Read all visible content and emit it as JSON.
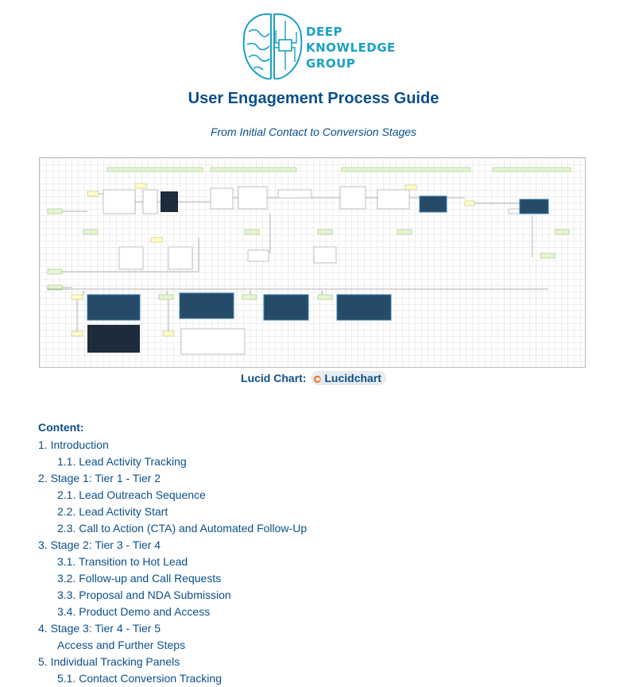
{
  "logo": {
    "text_lines": [
      "DEEP",
      "KNOWLEDGE",
      "GROUP"
    ]
  },
  "title": "User Engagement Process Guide",
  "subtitle": "From Initial Contact to Conversion Stages",
  "lucid": {
    "label": "Lucid Chart:",
    "link_text": "Lucidchart",
    "icon": "lucidchart-logo-icon"
  },
  "toc": {
    "heading": "Content:",
    "items": [
      {
        "text": "1. Introduction",
        "level": 1
      },
      {
        "text": "1.1. Lead Activity Tracking",
        "level": 2
      },
      {
        "text": "2. Stage 1: Tier 1 - Tier 2",
        "level": 1
      },
      {
        "text": "2.1. Lead Outreach Sequence",
        "level": 2
      },
      {
        "text": "2.2. Lead Activity Start",
        "level": 2
      },
      {
        "text": "2.3. Call to Action (CTA) and Automated Follow-Up",
        "level": 2
      },
      {
        "text": "3. Stage 2: Tier 3 - Tier 4",
        "level": 1
      },
      {
        "text": "3.1. Transition to Hot Lead",
        "level": 2
      },
      {
        "text": "3.2. Follow-up and Call Requests",
        "level": 2
      },
      {
        "text": "3.3. Proposal and NDA Submission",
        "level": 2
      },
      {
        "text": "3.4. Product Demo and Access",
        "level": 2
      },
      {
        "text": "4. Stage 3: Tier 4 - Tier 5",
        "level": 1
      },
      {
        "text": "Access and Further Steps",
        "level": 2
      },
      {
        "text": "5. Individual Tracking Panels",
        "level": 1
      },
      {
        "text": "5.1. Contact Conversion Tracking",
        "level": 2
      }
    ]
  },
  "colors": {
    "text": "#0b4f8a",
    "logo": "#1aa0c6",
    "accent": "#f26d21"
  }
}
